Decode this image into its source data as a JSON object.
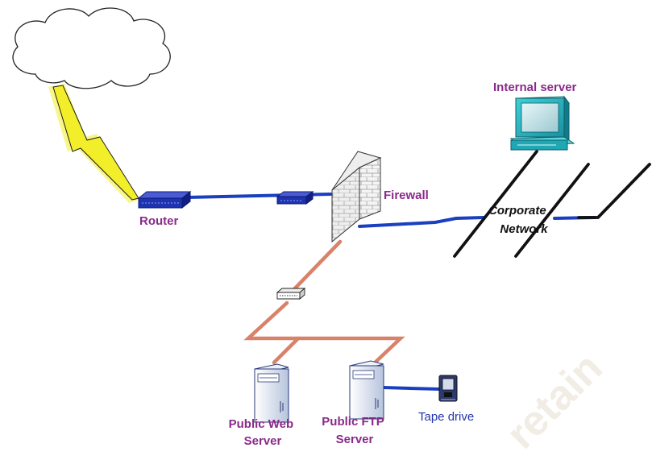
{
  "labels": {
    "internal_server": "Internal server",
    "router": "Router",
    "firewall": "Firewall",
    "corporate_network_line1": "Corporate",
    "corporate_network_line2": "Network",
    "public_web_server_line1": "Public Web",
    "public_web_server_line2": "Server",
    "public_ftp_server_line1": "Public FTP",
    "public_ftp_server_line2": "Server",
    "tape_drive": "Tape drive"
  },
  "watermark": "retain",
  "colors": {
    "label_purple": "#8a2a8a",
    "label_blue": "#1f35b0",
    "link_blue": "#1a3fbf",
    "link_copper": "#d9826a",
    "lightning": "#f2ef2a"
  },
  "icons": [
    "cloud-icon",
    "lightning-bolt-icon",
    "router-icon",
    "hub-icon",
    "firewall-icon",
    "desktop-computer-icon",
    "switch-icon",
    "server-icon",
    "tape-drive-icon"
  ]
}
